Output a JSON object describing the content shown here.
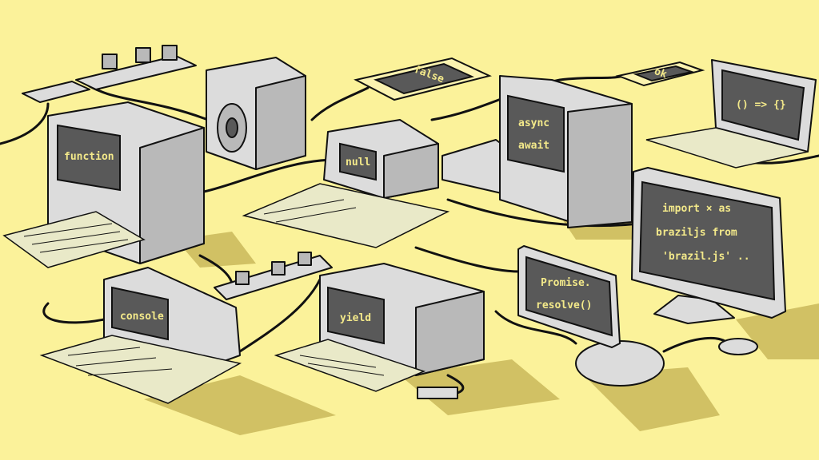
{
  "screens": {
    "function": "function",
    "false": "false",
    "ok": "ok",
    "arrow": "() => {}",
    "async_1": "async",
    "async_2": "await",
    "null": "null",
    "import_1": "import × as",
    "import_2": "braziljs from",
    "import_3": "'brazil.js' ..",
    "console": "console",
    "yield": "yield",
    "promise_1": "Promise.",
    "promise_2": "resolve()"
  },
  "colors": {
    "background": "#fbf29a",
    "screen": "#595959",
    "code": "#f3e98a",
    "body": "#dcdcdc"
  }
}
